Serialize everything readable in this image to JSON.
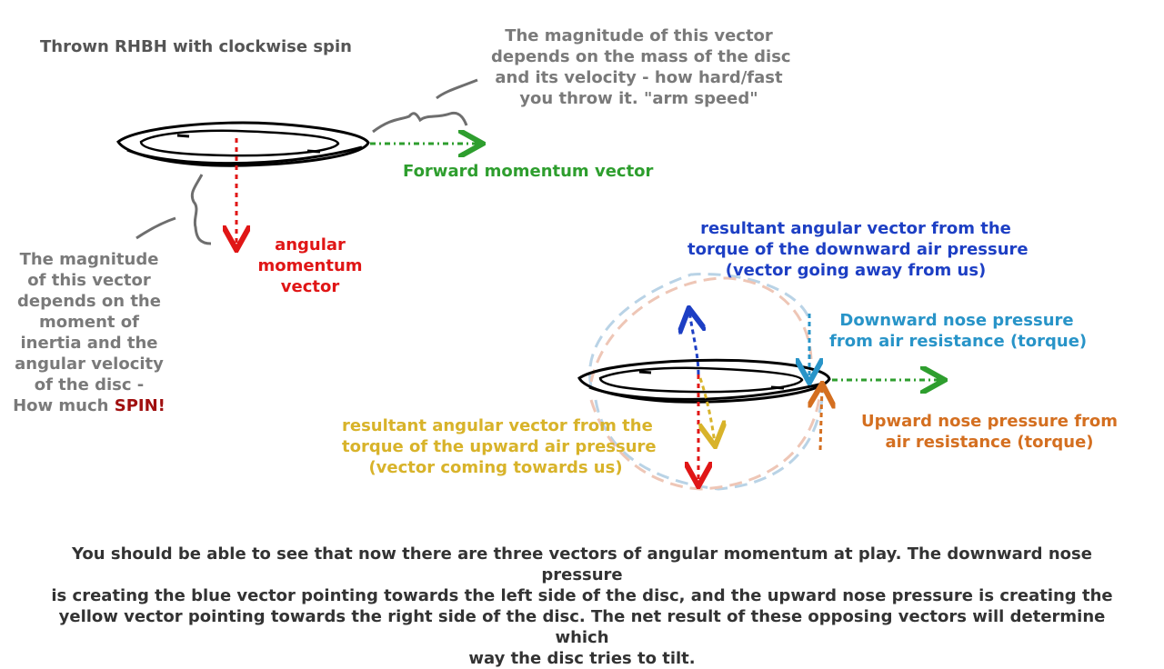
{
  "title": "Thrown RHBH with clockwise spin",
  "forward_magnitude_note": {
    "lines": [
      "The magnitude of this vector",
      "depends on the mass of the disc",
      "and its velocity - how hard/fast",
      "you throw it. \"arm speed\""
    ]
  },
  "forward_vector_label": "Forward momentum vector",
  "angular_vector_label": {
    "lines": [
      "angular",
      "momentum",
      "vector"
    ]
  },
  "angular_magnitude_note": {
    "lines": [
      "The magnitude",
      "of this vector",
      "depends on the",
      "moment of",
      "inertia and the",
      "angular velocity",
      "of the disc -"
    ],
    "last_line_prefix": "How much ",
    "last_line_emphasis": "SPIN!"
  },
  "resultant_downward": {
    "lines": [
      "resultant angular vector from the",
      "torque of the downward air pressure",
      "(vector going away from us)"
    ]
  },
  "downward_nose": {
    "lines": [
      "Downward nose pressure",
      "from air resistance (torque)"
    ]
  },
  "resultant_upward": {
    "lines": [
      "resultant angular vector from the",
      "torque of the upward air pressure",
      "(vector coming towards us)"
    ]
  },
  "upward_nose": {
    "lines": [
      "Upward nose pressure from",
      "air resistance (torque)"
    ]
  },
  "summary": {
    "lines": [
      "You should be able to see that now there are three vectors of angular momentum at play.  The downward nose pressure",
      "is creating the blue vector pointing towards the left side of the disc, and the upward nose pressure is creating the",
      "yellow vector pointing towards the right side of the disc.  The net result of these opposing vectors will determine which",
      "way the disc tries to tilt."
    ]
  },
  "colors": {
    "forward": "#2e9e2e",
    "angular": "#e01616",
    "downward_resultant": "#1d3fc4",
    "downward_nose": "#2894c8",
    "upward_resultant": "#d8b32a",
    "upward_nose": "#d46f20",
    "note_gray": "#7a7a7a",
    "disc": "#000000"
  }
}
